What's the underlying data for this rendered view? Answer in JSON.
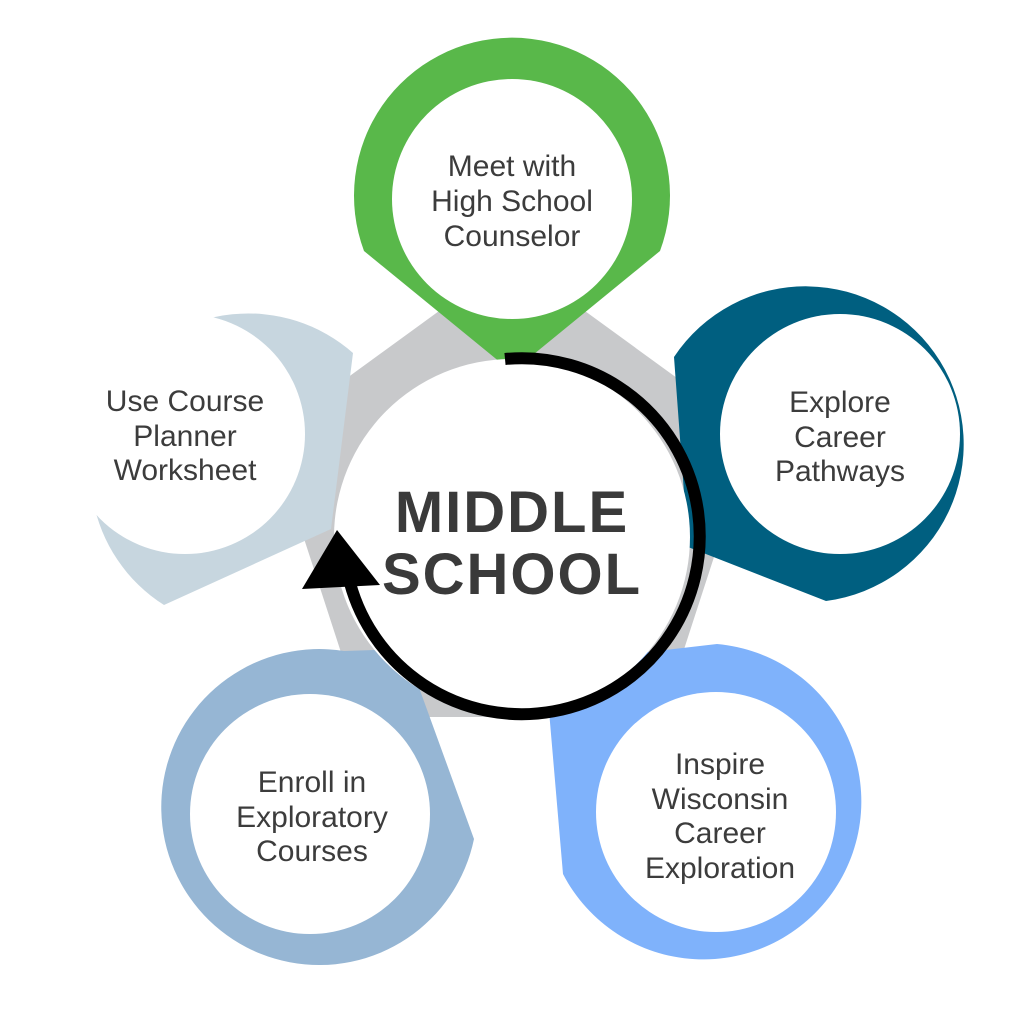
{
  "center": {
    "lines": [
      "MIDDLE",
      "SCHOOL"
    ]
  },
  "colors": {
    "hub": "#c8c9cb",
    "cycle_arrow": "#000000",
    "text": "#3c3c3c"
  },
  "nodes": [
    {
      "id": "meet-counselor",
      "lines": [
        "Meet with",
        "High School",
        "Counselor"
      ],
      "color": "#59b84a"
    },
    {
      "id": "explore-pathways",
      "lines": [
        "Explore",
        "Career",
        "Pathways"
      ],
      "color": "#005f80"
    },
    {
      "id": "inspire-wisconsin",
      "lines": [
        "Inspire",
        "Wisconsin",
        "Career",
        "Exploration"
      ],
      "color": "#7fb2fb"
    },
    {
      "id": "enroll-exploratory",
      "lines": [
        "Enroll in",
        "Exploratory",
        "Courses"
      ],
      "color": "#96b6d4"
    },
    {
      "id": "course-planner",
      "lines": [
        "Use Course",
        "Planner",
        "Worksheet"
      ],
      "color": "#c7d6df"
    }
  ]
}
